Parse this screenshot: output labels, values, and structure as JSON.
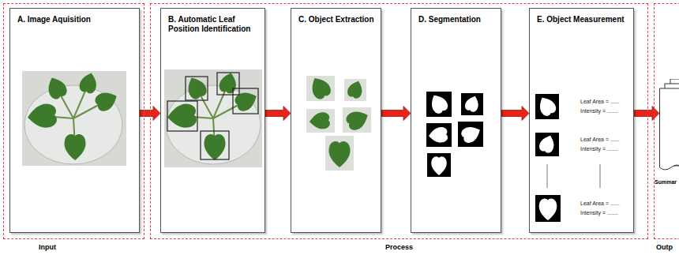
{
  "diagram": {
    "nodes": [
      {
        "text": [
          "Input"
        ]
      },
      {
        "text": [
          "A. Image Aquisition"
        ],
        "in": 0
      },
      {
        "text": [
          "Process"
        ]
      },
      {
        "text": [
          "B. Automatic Leaf Position Identification"
        ],
        "in": 2
      },
      {
        "text": [
          "C. Object Extraction"
        ],
        "in": 2
      },
      {
        "text": [
          "D. Segmentation"
        ],
        "in": 2
      },
      {
        "text": [
          "E. Object Measurement"
        ],
        "in": 2
      },
      {
        "text": [
          "Outp"
        ]
      },
      {
        "text": [
          "Summar"
        ],
        "in": 7
      }
    ],
    "edges": [
      {
        "from": 1,
        "to": 3,
        "arrow": "to"
      },
      {
        "from": 3,
        "to": 4,
        "arrow": "to"
      },
      {
        "from": 4,
        "to": 5,
        "arrow": "to"
      },
      {
        "from": 5,
        "to": 6,
        "arrow": "to"
      },
      {
        "from": 6,
        "to": 8,
        "arrow": "to"
      }
    ],
    "labels": [
      "Leaf Area = ......",
      "Intensity = .......",
      "Leaf Area = ......",
      "Intensity = .......",
      "Leaf Area = ......",
      "Intensity = ......."
    ]
  }
}
